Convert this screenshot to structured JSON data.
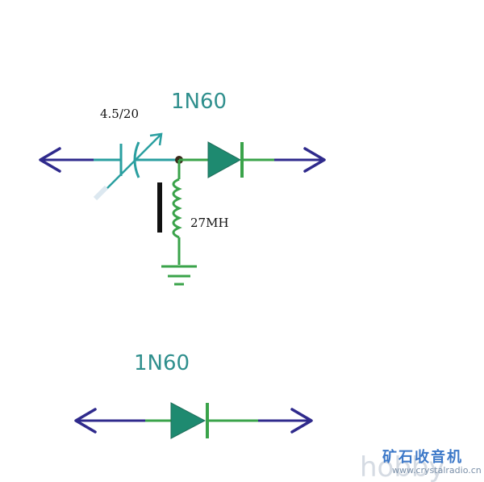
{
  "circuit_top": {
    "diode_label": "1N60",
    "capacitor_label": "4.5/20",
    "inductor_label": "27MH"
  },
  "circuit_bottom": {
    "diode_label": "1N60"
  },
  "watermark": {
    "chinese_text": "矿石收音机",
    "url_text": "www.crystalradio.cn",
    "background_text": "hobby"
  },
  "colors": {
    "wire_navy": "#2f2a8c",
    "wire_green": "#3aa34a",
    "diode_teal": "#1e8a70",
    "inductor_dark": "#111111",
    "label_teal": "#2f8f8d"
  }
}
